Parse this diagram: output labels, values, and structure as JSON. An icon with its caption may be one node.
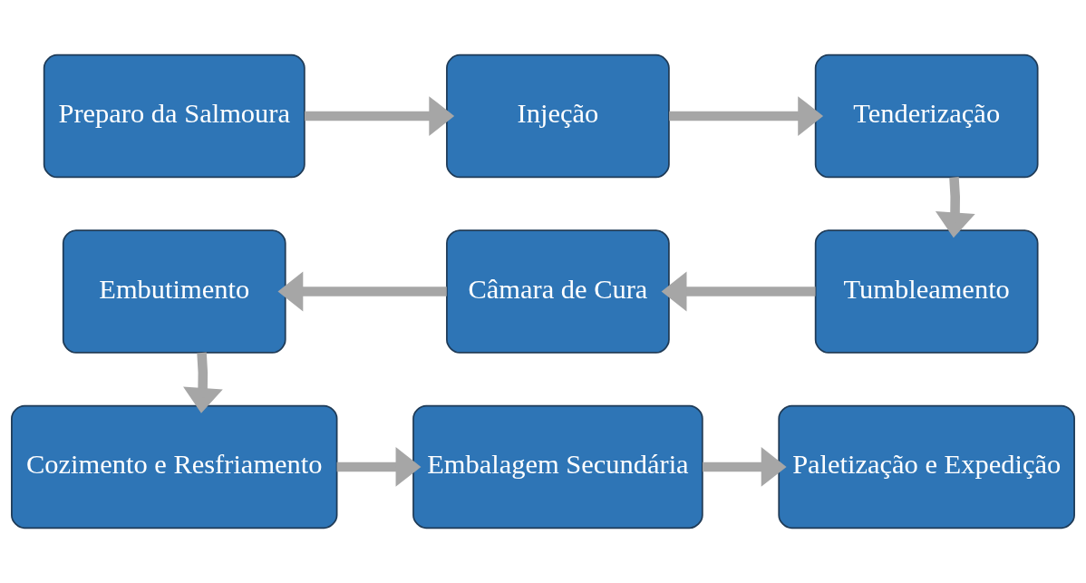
{
  "diagram": {
    "nodes": [
      {
        "text": [
          "Preparo da Salmoura"
        ]
      },
      {
        "text": [
          "Injeção"
        ]
      },
      {
        "text": [
          "Tenderização"
        ]
      },
      {
        "text": [
          "Tumbleamento"
        ]
      },
      {
        "text": [
          "Câmara de Cura"
        ]
      },
      {
        "text": [
          "Embutimento"
        ]
      },
      {
        "text": [
          "Cozimento e Resfriamento"
        ]
      },
      {
        "text": [
          "Embalagem Secundária"
        ]
      },
      {
        "text": [
          "Paletização e Expedição"
        ]
      }
    ],
    "edges": [
      {
        "from": 0,
        "to": 1,
        "arrow": "to"
      },
      {
        "from": 1,
        "to": 2,
        "arrow": "to"
      },
      {
        "from": 2,
        "to": 3,
        "arrow": "to"
      },
      {
        "from": 3,
        "to": 4,
        "arrow": "to"
      },
      {
        "from": 4,
        "to": 5,
        "arrow": "to"
      },
      {
        "from": 5,
        "to": 6,
        "arrow": "to"
      },
      {
        "from": 6,
        "to": 7,
        "arrow": "to"
      },
      {
        "from": 7,
        "to": 8,
        "arrow": "to"
      }
    ]
  }
}
